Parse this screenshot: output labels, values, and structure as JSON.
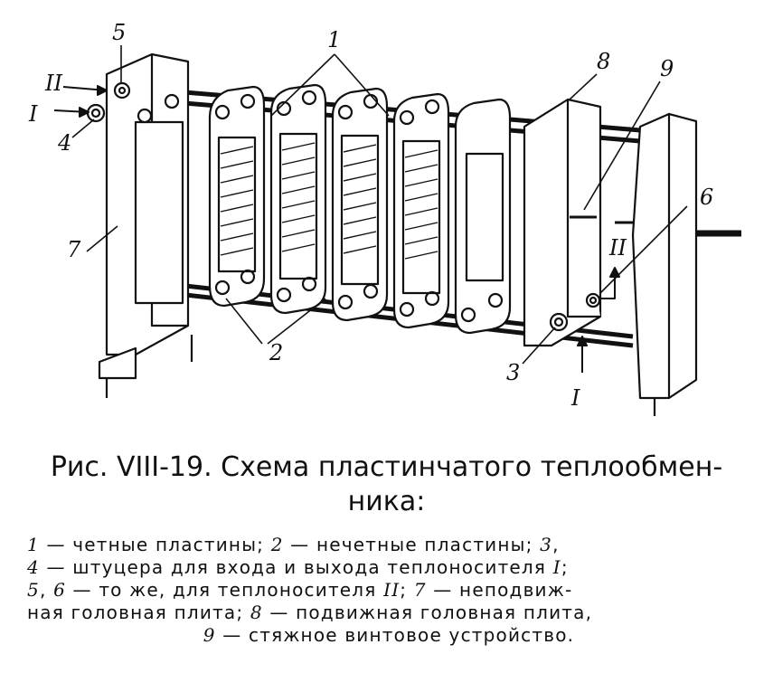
{
  "labels": {
    "n1": "1",
    "n2": "2",
    "n3": "3",
    "n4": "4",
    "n5": "5",
    "n6": "6",
    "n7": "7",
    "n8": "8",
    "n9": "9",
    "in_I_left": "I",
    "in_II_left": "II",
    "in_I_bottom": "I",
    "in_II_right": "II"
  },
  "caption": {
    "line1": "Рис. VIII-19. Схема пластинчатого теплообмен-",
    "line2": "ника:"
  },
  "legend": {
    "l1a": "1",
    "l1b": " — четные пластины; ",
    "l1c": "2",
    "l1d": " — нечетные пластины; ",
    "l1e": "3",
    "l1f": ",",
    "l2a": "4",
    "l2b": " — штуцера для входа и выхода теплоносителя ",
    "l2c": "I",
    "l2d": ";",
    "l3a": "5",
    "l3b": ", ",
    "l3c": "6",
    "l3d": " — то же, для теплоносителя ",
    "l3e": "II",
    "l3f": "; ",
    "l3g": "7",
    "l3h": " — неподвиж-",
    "l4a": "ная головная плита; ",
    "l4b": "8",
    "l4c": " — подвижная головная плита,",
    "l5a": "9",
    "l5b": " — стяжное винтовое устройство."
  }
}
